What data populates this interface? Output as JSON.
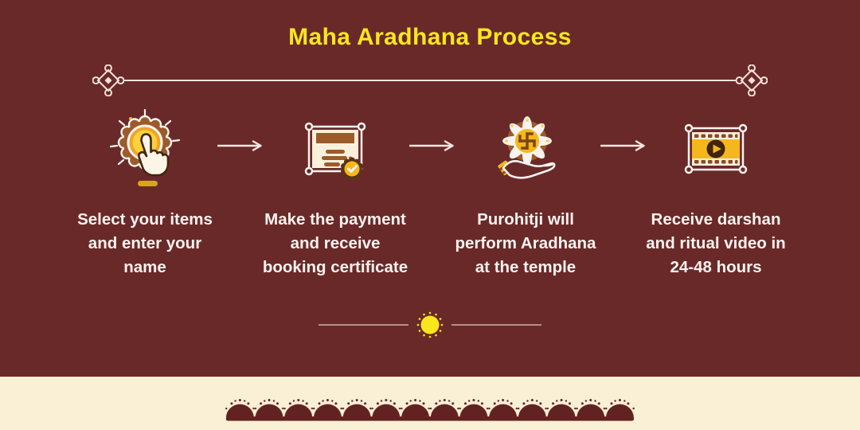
{
  "title": "Maha Aradhana Process",
  "colors": {
    "background": "#6A2929",
    "footer_band": "#FAF0D5",
    "title_yellow": "#F9E71E",
    "body_text": "#FBF3EF",
    "divider_line": "#F3E2DA",
    "icon_brown": "#9C5B2B",
    "icon_dark_brown": "#5C3317",
    "icon_yellow": "#F5B81C"
  },
  "ornaments": {
    "left_icon": "knot-ornament-icon",
    "right_icon": "knot-ornament-icon",
    "sun_icon": "sun-dot-icon",
    "scallop_border": "scallop-border"
  },
  "steps": [
    {
      "icon": "click-hand-icon",
      "caption": "Select your items\nand enter your\nname"
    },
    {
      "icon": "certificate-icon",
      "caption": "Make the payment\nand receive\nbooking certificate"
    },
    {
      "icon": "aradhana-hand-flower-icon",
      "caption": "Purohitji will\nperform Aradhana\nat the temple"
    },
    {
      "icon": "ritual-video-icon",
      "caption": "Receive darshan\nand ritual video in\n24-48 hours"
    }
  ],
  "arrows": [
    "arrow-right-icon",
    "arrow-right-icon",
    "arrow-right-icon"
  ]
}
